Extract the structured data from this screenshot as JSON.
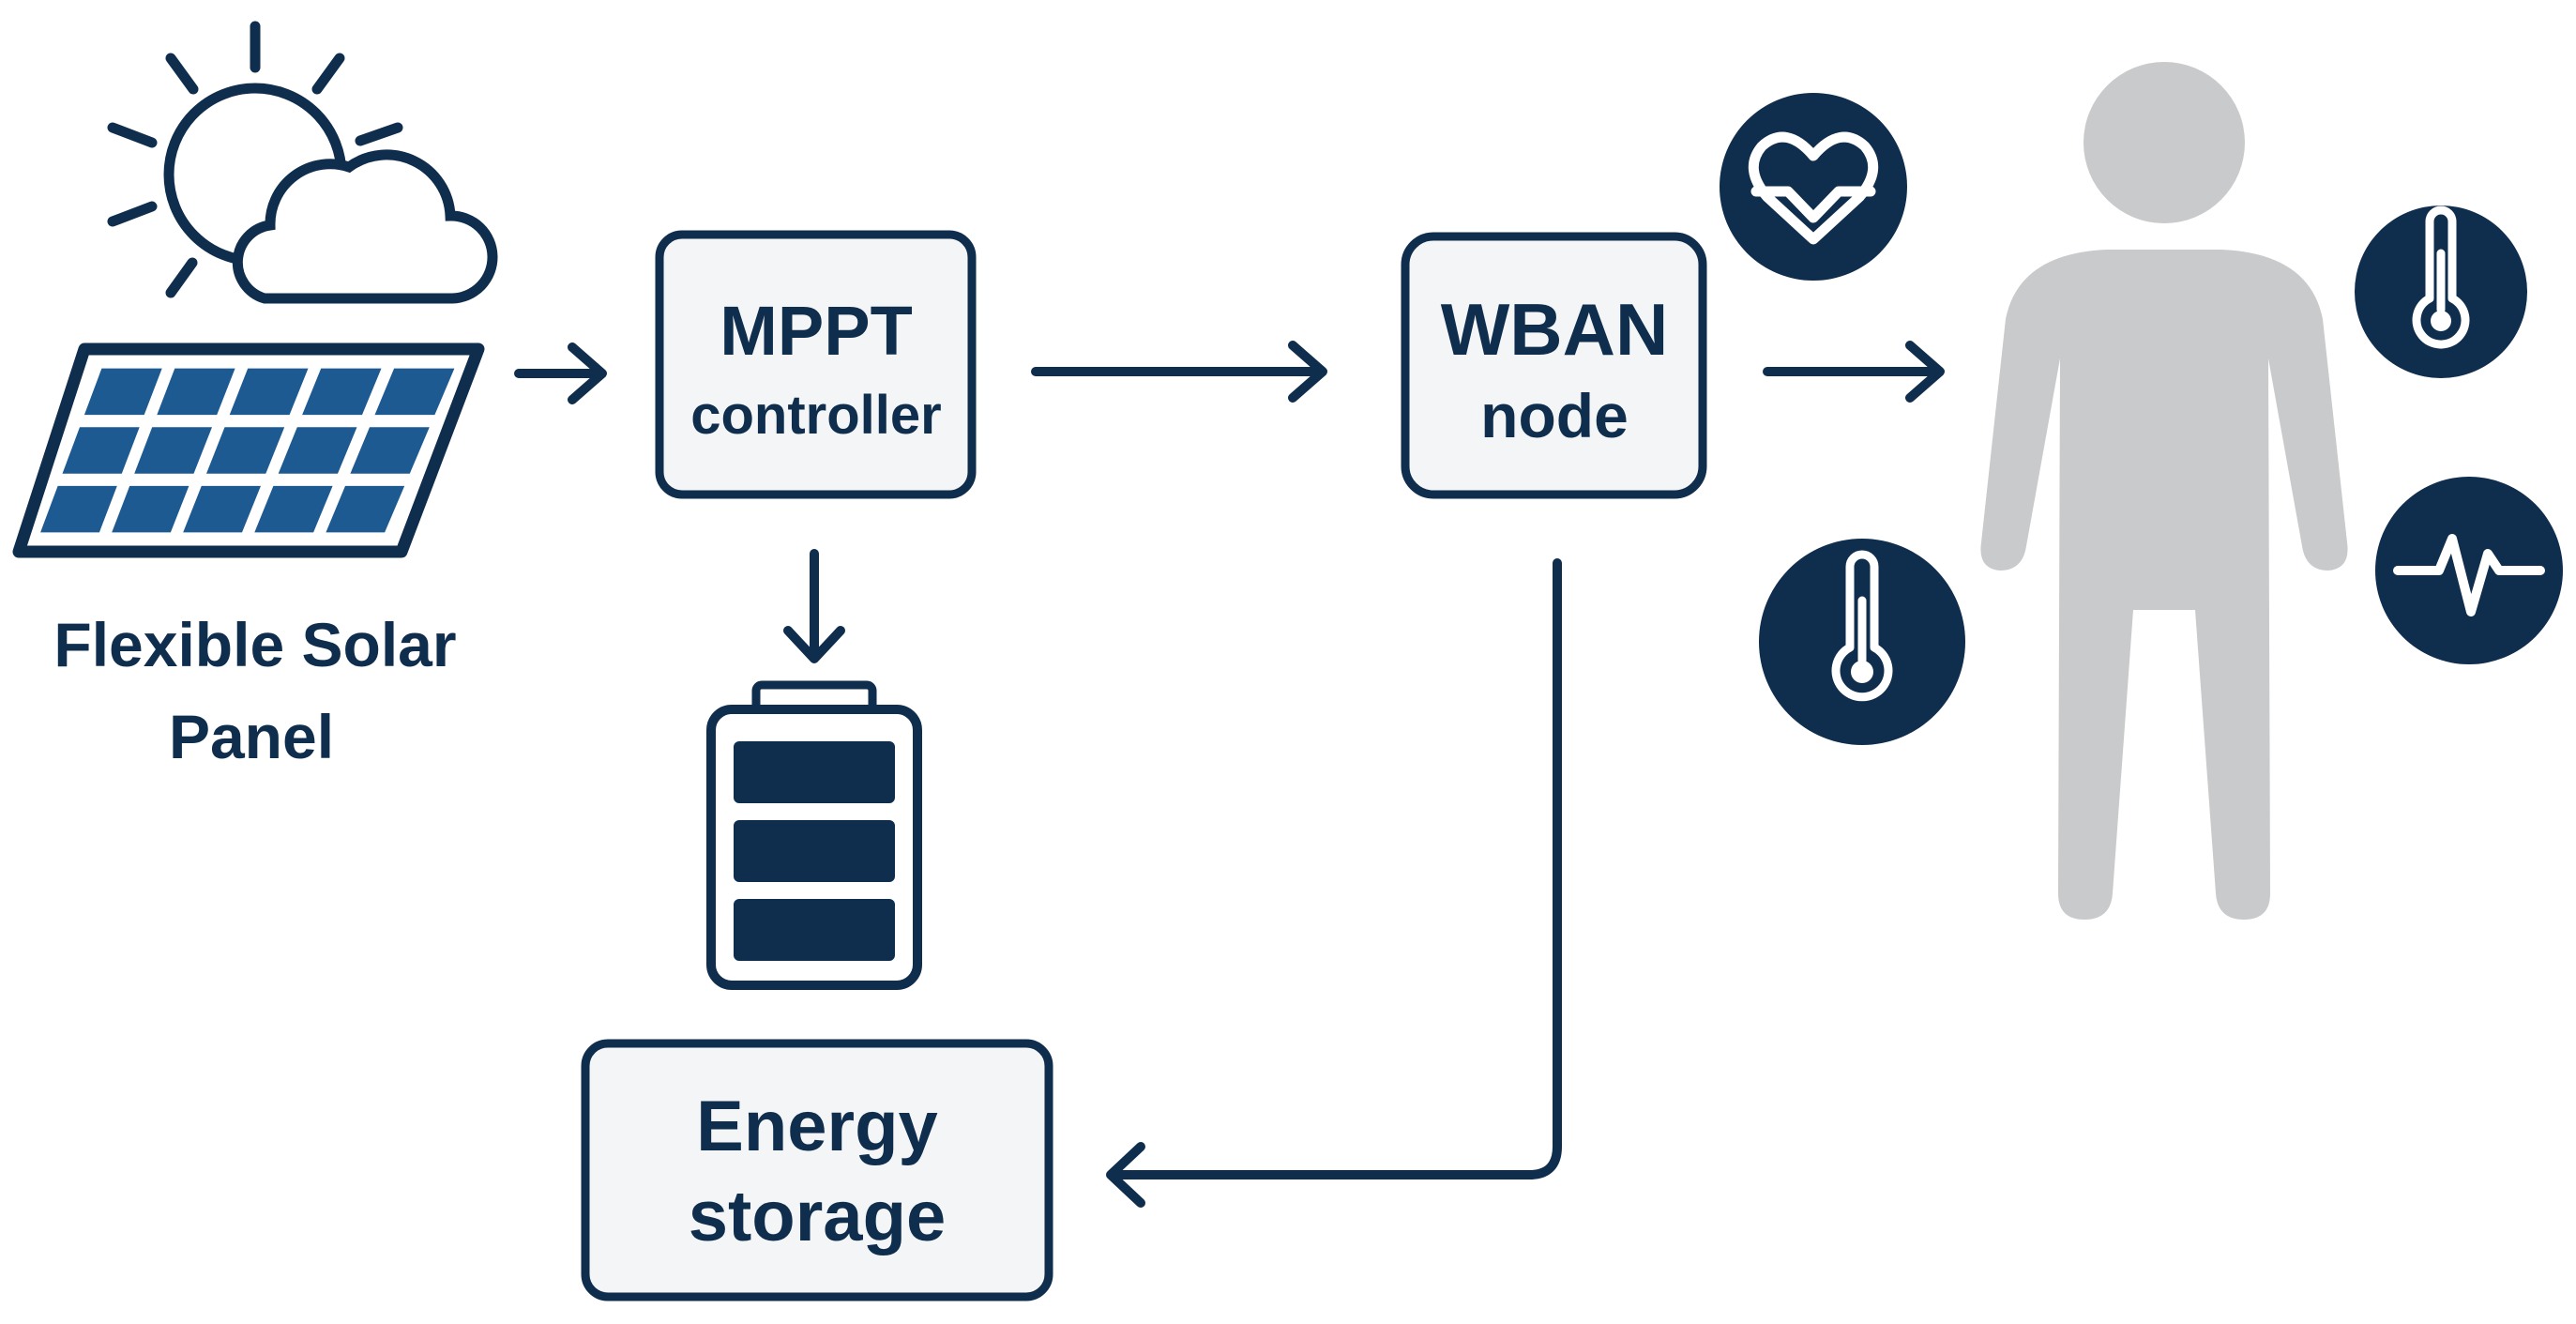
{
  "labels": {
    "solar_line1": "Flexible Solar",
    "solar_line2": "Panel",
    "mppt_line1": "MPPT",
    "mppt_line2": "controller",
    "wban_line1": "WBAN",
    "wban_line2": "node",
    "storage_line1": "Energy",
    "storage_line2": "storage"
  },
  "icons": {
    "sun": "sun-cloud-icon",
    "panel": "solar-panel-icon",
    "battery": "battery-icon",
    "heart": "heart-rate-icon",
    "thermometer": "thermometer-icon",
    "pulse": "pulse-icon",
    "person": "human-body-icon"
  },
  "colors": {
    "navy": "#0f2d4d",
    "panel_blue": "#1d5a92",
    "box_fill": "#f4f5f6",
    "person_gray": "#c9cacc"
  }
}
